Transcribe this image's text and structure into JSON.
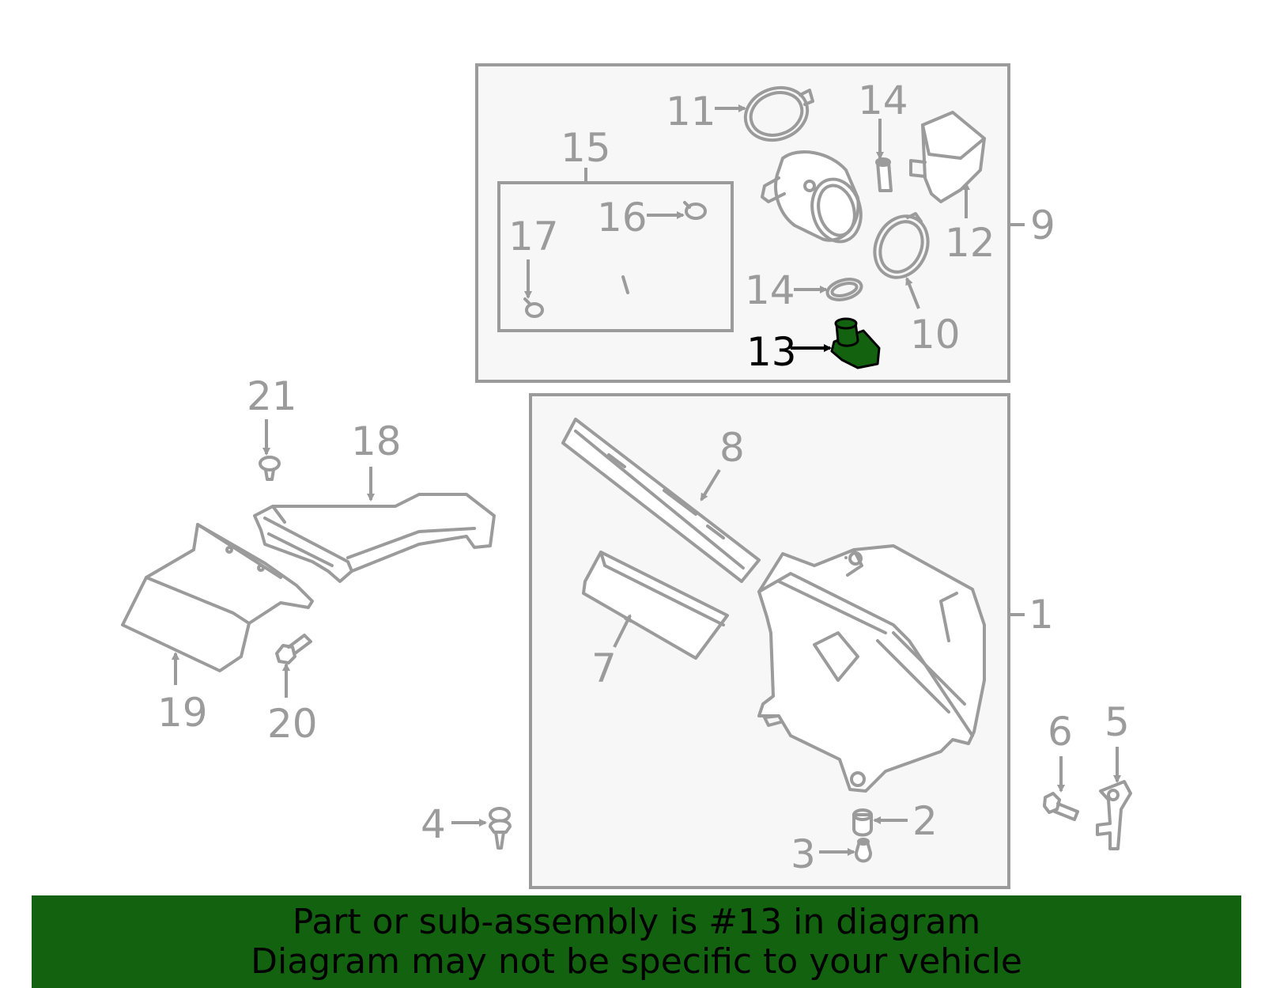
{
  "colors": {
    "line": "#9b9b9b",
    "highlight": "#126210",
    "banner": "#126210",
    "label_highlight": "#000000"
  },
  "highlighted_part": "13",
  "callouts": {
    "c1": "1",
    "c2": "2",
    "c3": "3",
    "c4": "4",
    "c5": "5",
    "c6": "6",
    "c7": "7",
    "c8": "8",
    "c9": "9",
    "c10": "10",
    "c11": "11",
    "c12": "12",
    "c13": "13",
    "c14a": "14",
    "c14b": "14",
    "c15": "15",
    "c16": "16",
    "c17": "17",
    "c18": "18",
    "c19": "19",
    "c20": "20",
    "c21": "21"
  },
  "banner": {
    "line1": "Part or sub-assembly is #13 in diagram",
    "line2": "Diagram may not be specific to your vehicle"
  }
}
